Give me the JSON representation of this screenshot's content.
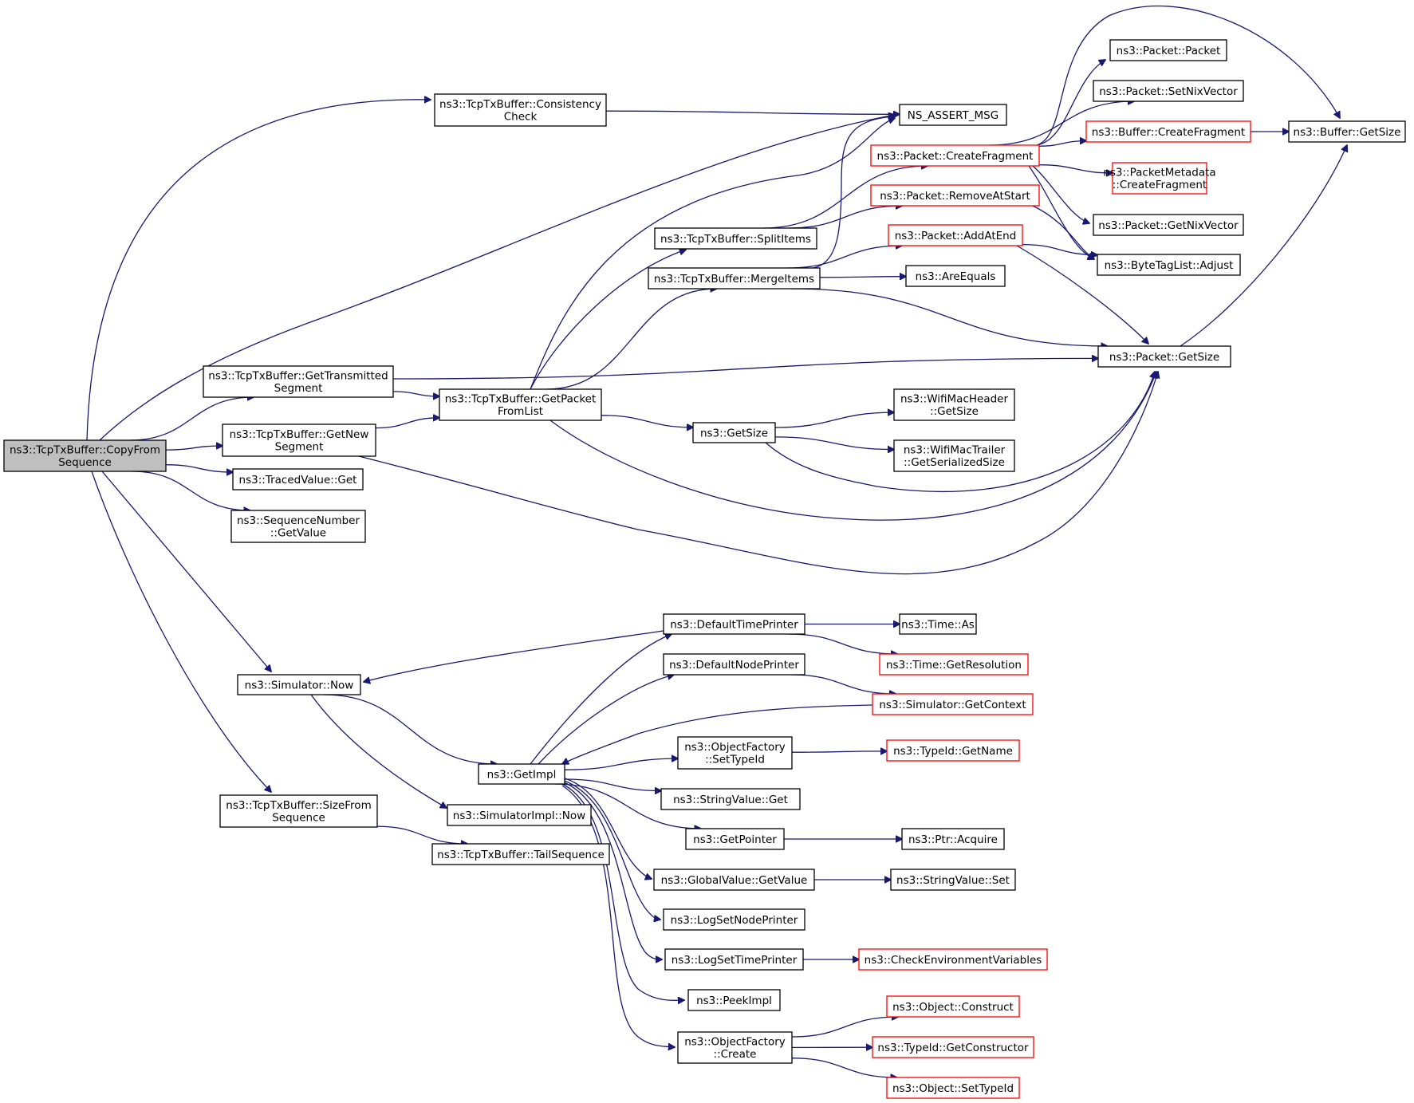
{
  "graph": {
    "nodes": [
      {
        "id": "copyfrom",
        "lines": [
          "ns3::TcpTxBuffer::CopyFrom",
          "Sequence"
        ],
        "style": "root"
      },
      {
        "id": "consistency",
        "lines": [
          "ns3::TcpTxBuffer::Consistency",
          "Check"
        ],
        "style": "normal"
      },
      {
        "id": "nsassert",
        "lines": [
          "NS_ASSERT_MSG"
        ],
        "style": "normal"
      },
      {
        "id": "gettransmitted",
        "lines": [
          "ns3::TcpTxBuffer::GetTransmitted",
          "Segment"
        ],
        "style": "normal"
      },
      {
        "id": "getnew",
        "lines": [
          "ns3::TcpTxBuffer::GetNew",
          "Segment"
        ],
        "style": "normal"
      },
      {
        "id": "getpacket",
        "lines": [
          "ns3::TcpTxBuffer::GetPacket",
          "FromList"
        ],
        "style": "normal"
      },
      {
        "id": "tracedget",
        "lines": [
          "ns3::TracedValue::Get"
        ],
        "style": "normal"
      },
      {
        "id": "seqgetvalue",
        "lines": [
          "ns3::SequenceNumber",
          "::GetValue"
        ],
        "style": "normal"
      },
      {
        "id": "splititems",
        "lines": [
          "ns3::TcpTxBuffer::SplitItems"
        ],
        "style": "normal"
      },
      {
        "id": "mergeitems",
        "lines": [
          "ns3::TcpTxBuffer::MergeItems"
        ],
        "style": "normal"
      },
      {
        "id": "getsize",
        "lines": [
          "ns3::GetSize"
        ],
        "style": "normal"
      },
      {
        "id": "packetpacket",
        "lines": [
          "ns3::Packet::Packet"
        ],
        "style": "normal"
      },
      {
        "id": "setnix",
        "lines": [
          "ns3::Packet::SetNixVector"
        ],
        "style": "normal"
      },
      {
        "id": "createfragment",
        "lines": [
          "ns3::Packet::CreateFragment"
        ],
        "style": "red"
      },
      {
        "id": "buffercreatefrag",
        "lines": [
          "ns3::Buffer::CreateFragment"
        ],
        "style": "red"
      },
      {
        "id": "buffergetsize",
        "lines": [
          "ns3::Buffer::GetSize"
        ],
        "style": "normal"
      },
      {
        "id": "metadatafrag",
        "lines": [
          "ns3::PacketMetadata",
          "::CreateFragment"
        ],
        "style": "red"
      },
      {
        "id": "removeatstart",
        "lines": [
          "ns3::Packet::RemoveAtStart"
        ],
        "style": "red"
      },
      {
        "id": "getnix",
        "lines": [
          "ns3::Packet::GetNixVector"
        ],
        "style": "normal"
      },
      {
        "id": "addatend",
        "lines": [
          "ns3::Packet::AddAtEnd"
        ],
        "style": "red"
      },
      {
        "id": "bytetagadjust",
        "lines": [
          "ns3::ByteTagList::Adjust"
        ],
        "style": "normal"
      },
      {
        "id": "areequals",
        "lines": [
          "ns3::AreEquals"
        ],
        "style": "normal"
      },
      {
        "id": "packetgetsize",
        "lines": [
          "ns3::Packet::GetSize"
        ],
        "style": "normal"
      },
      {
        "id": "wifimacheader",
        "lines": [
          "ns3::WifiMacHeader",
          "::GetSize"
        ],
        "style": "normal"
      },
      {
        "id": "wifimactrailer",
        "lines": [
          "ns3::WifiMacTrailer",
          "::GetSerializedSize"
        ],
        "style": "normal"
      },
      {
        "id": "simnow",
        "lines": [
          "ns3::Simulator::Now"
        ],
        "style": "normal"
      },
      {
        "id": "sizefromseq",
        "lines": [
          "ns3::TcpTxBuffer::SizeFrom",
          "Sequence"
        ],
        "style": "normal"
      },
      {
        "id": "tailseq",
        "lines": [
          "ns3::TcpTxBuffer::TailSequence"
        ],
        "style": "normal"
      },
      {
        "id": "simimplnow",
        "lines": [
          "ns3::SimulatorImpl::Now"
        ],
        "style": "normal"
      },
      {
        "id": "getimpl",
        "lines": [
          "ns3::GetImpl"
        ],
        "style": "normal"
      },
      {
        "id": "deftimeprinter",
        "lines": [
          "ns3::DefaultTimePrinter"
        ],
        "style": "normal"
      },
      {
        "id": "timeas",
        "lines": [
          "ns3::Time::As"
        ],
        "style": "normal"
      },
      {
        "id": "timegetres",
        "lines": [
          "ns3::Time::GetResolution"
        ],
        "style": "red"
      },
      {
        "id": "defnodeprinter",
        "lines": [
          "ns3::DefaultNodePrinter"
        ],
        "style": "normal"
      },
      {
        "id": "simgetcontext",
        "lines": [
          "ns3::Simulator::GetContext"
        ],
        "style": "red"
      },
      {
        "id": "ofsettypeid",
        "lines": [
          "ns3::ObjectFactory",
          "::SetTypeId"
        ],
        "style": "normal"
      },
      {
        "id": "typeidgetname",
        "lines": [
          "ns3::TypeId::GetName"
        ],
        "style": "red"
      },
      {
        "id": "stringvalueget",
        "lines": [
          "ns3::StringValue::Get"
        ],
        "style": "normal"
      },
      {
        "id": "getpointer",
        "lines": [
          "ns3::GetPointer"
        ],
        "style": "normal"
      },
      {
        "id": "ptracquire",
        "lines": [
          "ns3::Ptr::Acquire"
        ],
        "style": "normal"
      },
      {
        "id": "globalgetvalue",
        "lines": [
          "ns3::GlobalValue::GetValue"
        ],
        "style": "normal"
      },
      {
        "id": "stringvalueset",
        "lines": [
          "ns3::StringValue::Set"
        ],
        "style": "normal"
      },
      {
        "id": "logsetnode",
        "lines": [
          "ns3::LogSetNodePrinter"
        ],
        "style": "normal"
      },
      {
        "id": "logsettime",
        "lines": [
          "ns3::LogSetTimePrinter"
        ],
        "style": "normal"
      },
      {
        "id": "checkenv",
        "lines": [
          "ns3::CheckEnvironmentVariables"
        ],
        "style": "red"
      },
      {
        "id": "peekimpl",
        "lines": [
          "ns3::PeekImpl"
        ],
        "style": "normal"
      },
      {
        "id": "ofcreate",
        "lines": [
          "ns3::ObjectFactory",
          "::Create"
        ],
        "style": "normal"
      },
      {
        "id": "objconstruct",
        "lines": [
          "ns3::Object::Construct"
        ],
        "style": "red"
      },
      {
        "id": "typeidgetctor",
        "lines": [
          "ns3::TypeId::GetConstructor"
        ],
        "style": "red"
      },
      {
        "id": "objsettypeid",
        "lines": [
          "ns3::Object::SetTypeId"
        ],
        "style": "red"
      }
    ],
    "edges": [
      [
        "copyfrom",
        "consistency"
      ],
      [
        "copyfrom",
        "nsassert"
      ],
      [
        "copyfrom",
        "gettransmitted"
      ],
      [
        "copyfrom",
        "getnew"
      ],
      [
        "copyfrom",
        "tracedget"
      ],
      [
        "copyfrom",
        "seqgetvalue"
      ],
      [
        "copyfrom",
        "simnow"
      ],
      [
        "copyfrom",
        "sizefromseq"
      ],
      [
        "consistency",
        "nsassert"
      ],
      [
        "gettransmitted",
        "getpacket"
      ],
      [
        "gettransmitted",
        "packetgetsize"
      ],
      [
        "getnew",
        "getpacket"
      ],
      [
        "getnew",
        "packetgetsize"
      ],
      [
        "getpacket",
        "nsassert"
      ],
      [
        "getpacket",
        "splititems"
      ],
      [
        "getpacket",
        "mergeitems"
      ],
      [
        "getpacket",
        "getsize"
      ],
      [
        "getpacket",
        "packetgetsize"
      ],
      [
        "splititems",
        "createfragment"
      ],
      [
        "splititems",
        "removeatstart"
      ],
      [
        "mergeitems",
        "nsassert"
      ],
      [
        "mergeitems",
        "addatend"
      ],
      [
        "mergeitems",
        "areequals"
      ],
      [
        "mergeitems",
        "packetgetsize"
      ],
      [
        "createfragment",
        "packetpacket"
      ],
      [
        "createfragment",
        "setnix"
      ],
      [
        "createfragment",
        "buffercreatefrag"
      ],
      [
        "createfragment",
        "buffergetsize"
      ],
      [
        "createfragment",
        "metadatafrag"
      ],
      [
        "createfragment",
        "getnix"
      ],
      [
        "createfragment",
        "bytetagadjust"
      ],
      [
        "buffercreatefrag",
        "buffergetsize"
      ],
      [
        "removeatstart",
        "bytetagadjust"
      ],
      [
        "addatend",
        "bytetagadjust"
      ],
      [
        "addatend",
        "packetgetsize"
      ],
      [
        "packetgetsize",
        "buffergetsize"
      ],
      [
        "getsize",
        "wifimacheader"
      ],
      [
        "getsize",
        "wifimactrailer"
      ],
      [
        "getsize",
        "packetgetsize"
      ],
      [
        "sizefromseq",
        "tailseq"
      ],
      [
        "simnow",
        "getimpl"
      ],
      [
        "simnow",
        "simimplnow"
      ],
      [
        "getimpl",
        "deftimeprinter"
      ],
      [
        "getimpl",
        "defnodeprinter"
      ],
      [
        "getimpl",
        "ofsettypeid"
      ],
      [
        "getimpl",
        "stringvalueget"
      ],
      [
        "getimpl",
        "getpointer"
      ],
      [
        "getimpl",
        "globalgetvalue"
      ],
      [
        "getimpl",
        "logsetnode"
      ],
      [
        "getimpl",
        "logsettime"
      ],
      [
        "getimpl",
        "peekimpl"
      ],
      [
        "getimpl",
        "ofcreate"
      ],
      [
        "deftimeprinter",
        "simnow"
      ],
      [
        "deftimeprinter",
        "timeas"
      ],
      [
        "deftimeprinter",
        "timegetres"
      ],
      [
        "defnodeprinter",
        "simgetcontext"
      ],
      [
        "simgetcontext",
        "getimpl"
      ],
      [
        "ofsettypeid",
        "typeidgetname"
      ],
      [
        "getpointer",
        "ptracquire"
      ],
      [
        "globalgetvalue",
        "stringvalueset"
      ],
      [
        "logsettime",
        "checkenv"
      ],
      [
        "ofcreate",
        "objconstruct"
      ],
      [
        "ofcreate",
        "typeidgetctor"
      ],
      [
        "ofcreate",
        "objsettypeid"
      ]
    ]
  },
  "colors": {
    "edge": "#191970",
    "node_border": "#000000",
    "node_border_truncated": "#ff0000",
    "root_fill": "#bfbfbf",
    "background": "#ffffff"
  }
}
